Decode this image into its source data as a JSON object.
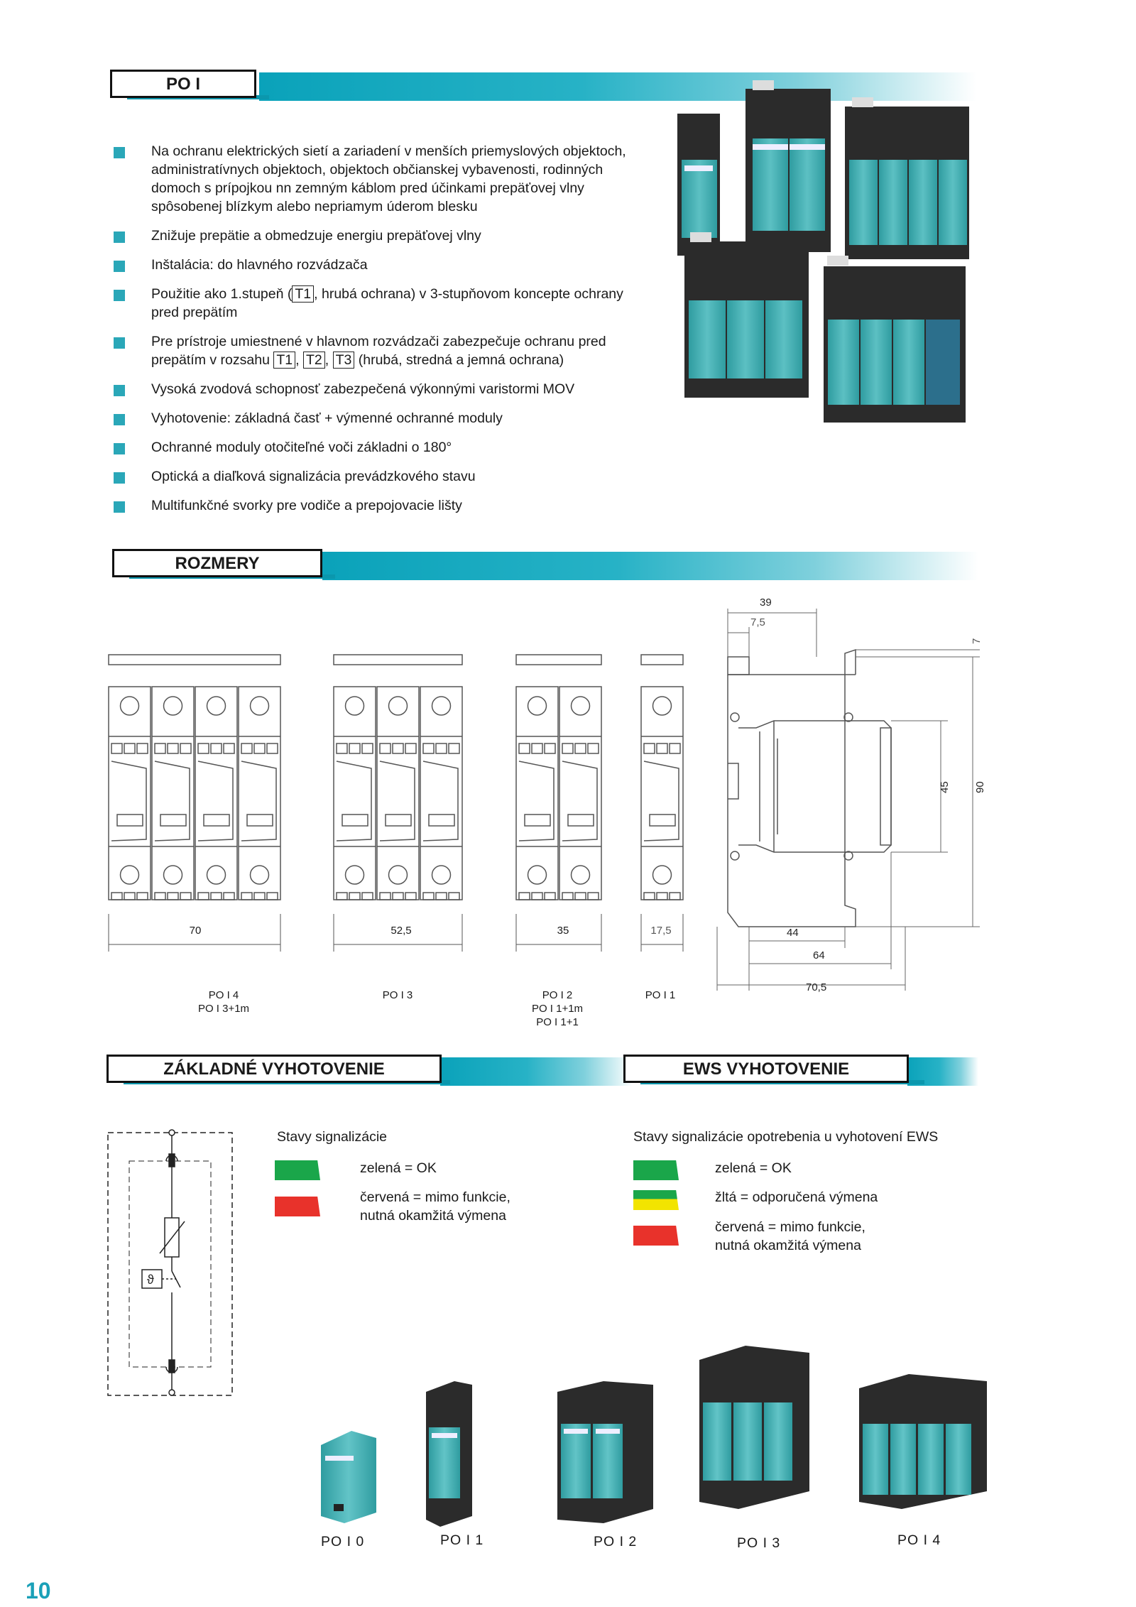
{
  "section_po1": {
    "title": "PO I"
  },
  "bullets": [
    {
      "text": "Na ochranu elektrických sietí a zariadení v menších priemyslových objektoch, administratívnych objektoch, objektoch občianskej vybavenosti, rodinných domoch s prípojkou nn zemným káblom pred účinkami prepäťovej  vlny spôsobenej blízkym alebo nepriamym úderom blesku"
    },
    {
      "text": "Znižuje prepätie a obmedzuje energiu prepäťovej vlny"
    },
    {
      "text": "Inštalácia: do hlavného rozvádzača"
    },
    {
      "pre": "Použitie ako 1.stupeň (",
      "t1": "T1",
      "post": ", hrubá ochrana) v 3-stupňovom koncepte ochrany pred prepätím"
    },
    {
      "pre": "Pre prístroje umiestnené v hlavnom rozvádzači zabezpečuje ochranu pred prepätím v rozsahu ",
      "t1": "T1",
      "sep1": ", ",
      "t2": "T2",
      "sep2": ", ",
      "t3": "T3",
      "post": " (hrubá, stredná a jemná ochrana)"
    },
    {
      "text": "Vysoká zvodová schopnosť zabezpečená výkonnými varistormi MOV"
    },
    {
      "text": "Vyhotovenie:  základná časť + výmenné ochranné moduly"
    },
    {
      "text": "Ochranné moduly otočiteľné voči základni o 180°"
    },
    {
      "text": "Optická a diaľková signalizácia prevádzkového stavu"
    },
    {
      "text": "Multifunkčné svorky pre vodiče a prepojovacie lišty"
    }
  ],
  "section_rozmery": {
    "title": "ROZMERY"
  },
  "dimensions": {
    "widths": [
      "70",
      "52,5",
      "35",
      "17,5"
    ],
    "labels": [
      [
        "PO I 4",
        "PO I 3+1m"
      ],
      [
        "PO I 3"
      ],
      [
        "PO I 2",
        "PO I 1+1m",
        "PO I 1+1"
      ],
      [
        "PO I 1"
      ]
    ],
    "side": {
      "top": "39",
      "inner": "7,5",
      "right_top": "7",
      "h45": "45",
      "h90": "90",
      "w44": "44",
      "w64": "64",
      "w705": "70,5"
    }
  },
  "section_basic": {
    "title": "ZÁKLADNÉ VYHOTOVENIE"
  },
  "section_ews": {
    "title": "EWS VYHOTOVENIE"
  },
  "signal_basic": {
    "title": "Stavy signalizácie",
    "rows": [
      {
        "color": "#1aa64a",
        "text": "zelená = OK"
      },
      {
        "color": "#e8322b",
        "text": "červená = mimo funkcie,\nnutná okamžitá výmena"
      }
    ]
  },
  "signal_ews": {
    "title": "Stavy signalizácie opotrebenia u vyhotovení EWS",
    "rows": [
      {
        "color": "#1aa64a",
        "text": "zelená = OK"
      },
      {
        "color": "#f2e400",
        "text": "žltá = odporučená výmena"
      },
      {
        "color": "#e8322b",
        "text": "červená = mimo funkcie,\nnutná okamžitá výmena"
      }
    ]
  },
  "schematic": {
    "theta": "ϑ"
  },
  "products": [
    "PO I 0",
    "PO I 1",
    "PO I 2",
    "PO I 3",
    "PO I 4"
  ],
  "colors": {
    "accent": "#0aa2ba",
    "module": "#4fb8bb",
    "base": "#2a2a2a"
  },
  "page_number": "10"
}
